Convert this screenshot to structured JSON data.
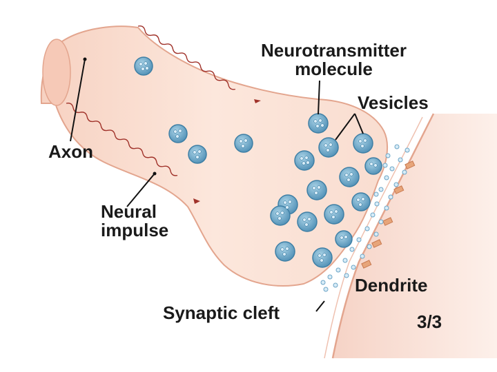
{
  "labels": {
    "neurotransmitter_line1": "Neurotransmitter",
    "neurotransmitter_line2": "molecule",
    "vesicles": "Vesicles",
    "axon": "Axon",
    "neural_impulse_line1": "Neural",
    "neural_impulse_line2": "impulse",
    "dendrite": "Dendrite",
    "synaptic_cleft": "Synaptic cleft",
    "page_indicator": "3/3"
  },
  "colors": {
    "axon_fill": "#fbe1d3",
    "axon_outline": "#e3a58e",
    "dendrite_fill": "#fbe5dc",
    "vesicle_fill": "#7bb3cf",
    "vesicle_outline": "#3e7fa5",
    "molecule_fill": "#d8ecf7",
    "impulse_wave": "#a0322a"
  }
}
